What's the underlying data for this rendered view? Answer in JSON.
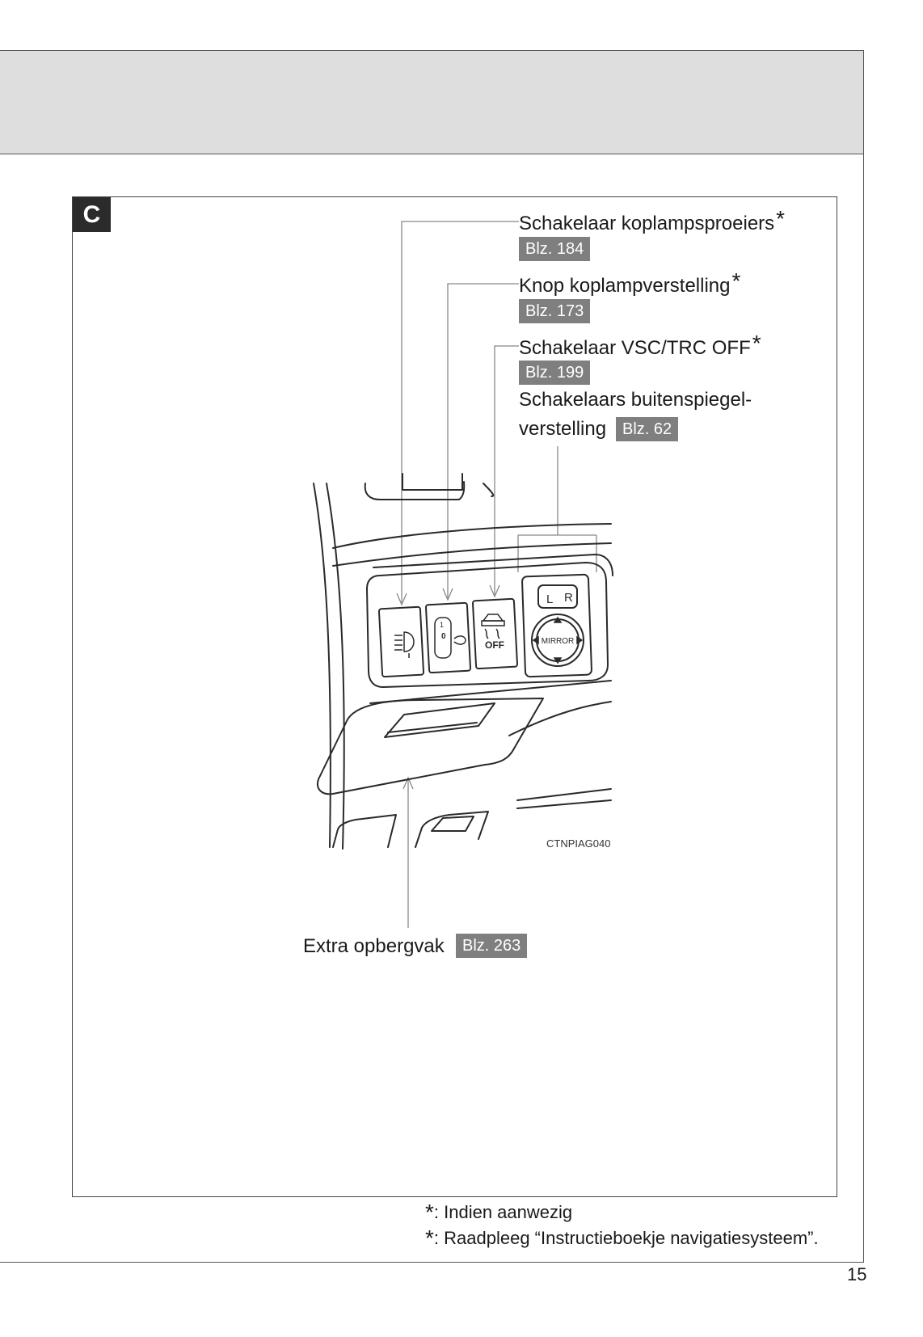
{
  "section": {
    "letter": "C"
  },
  "callouts": [
    {
      "id": "headlamp-cleaner",
      "label": "Schakelaar koplampsproeiers",
      "page_ref": "Blz. 184"
    },
    {
      "id": "headlamp-leveling",
      "label": "Knop koplampverstelling",
      "page_ref": "Blz. 173"
    },
    {
      "id": "vsc-trc-off",
      "label": "Schakelaar VSC/TRC OFF",
      "page_ref": "Blz. 199"
    },
    {
      "id": "outside-mirror",
      "label_line1": "Schakelaars buitenspiegel-",
      "label_line2": "verstelling",
      "page_ref": "Blz. 62"
    },
    {
      "id": "storage",
      "label": "Extra opbergvak",
      "page_ref": "Blz. 263"
    }
  ],
  "illustration": {
    "code": "CTNPIAG040",
    "switch_texts": {
      "lr_left": "L",
      "lr_right": "R",
      "mirror": "MIRROR",
      "vsc_off": "OFF",
      "level_zero": "0",
      "level_one": "1"
    }
  },
  "asterisk_symbol": "*",
  "footnotes": [
    {
      "marker": "*",
      "text": ": Indien aanwezig"
    },
    {
      "marker": "*",
      "text": ": Raadpleeg “Instructieboekje navigatiesysteem”."
    }
  ],
  "page_number": "15",
  "colors": {
    "header_band": "#dedede",
    "page_tag": "#7f7f7f",
    "badge": "#2b2b2b"
  }
}
